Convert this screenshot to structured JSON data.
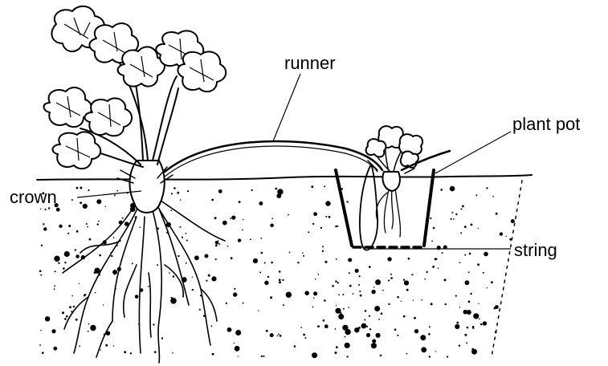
{
  "labels": {
    "runner": "runner",
    "plant_pot": "plant pot",
    "crown": "crown",
    "string": "string"
  },
  "colors": {
    "ink": "#000000",
    "background": "#ffffff"
  }
}
